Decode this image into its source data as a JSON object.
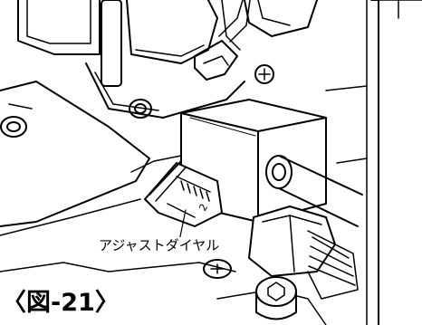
{
  "figure": {
    "callout_label": "アジャストダイヤル",
    "figure_label": "〈図-21〉",
    "dial_number": "2"
  }
}
